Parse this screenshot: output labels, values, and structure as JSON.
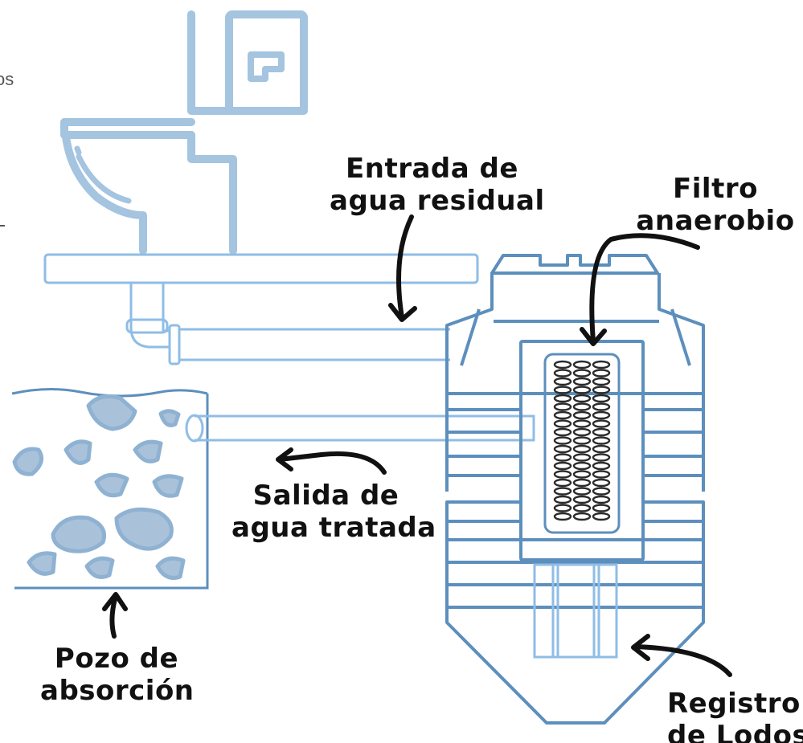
{
  "labels": {
    "entrada": [
      "Entrada de",
      "agua residual"
    ],
    "filtro": [
      "Filtro",
      "anaerobio"
    ],
    "salida": [
      "Salida de",
      "agua tratada"
    ],
    "pozo": [
      "Pozo de",
      "absorción"
    ],
    "registro": [
      "Registro",
      "de Lodos"
    ]
  },
  "edge_fragment": "os",
  "colors": {
    "outline_dark": "#5d8fbd",
    "outline_light": "#8fbde6",
    "toilet": "#a4c4e0",
    "rock_fill": "#a9c2da",
    "arrow": "#111111"
  }
}
